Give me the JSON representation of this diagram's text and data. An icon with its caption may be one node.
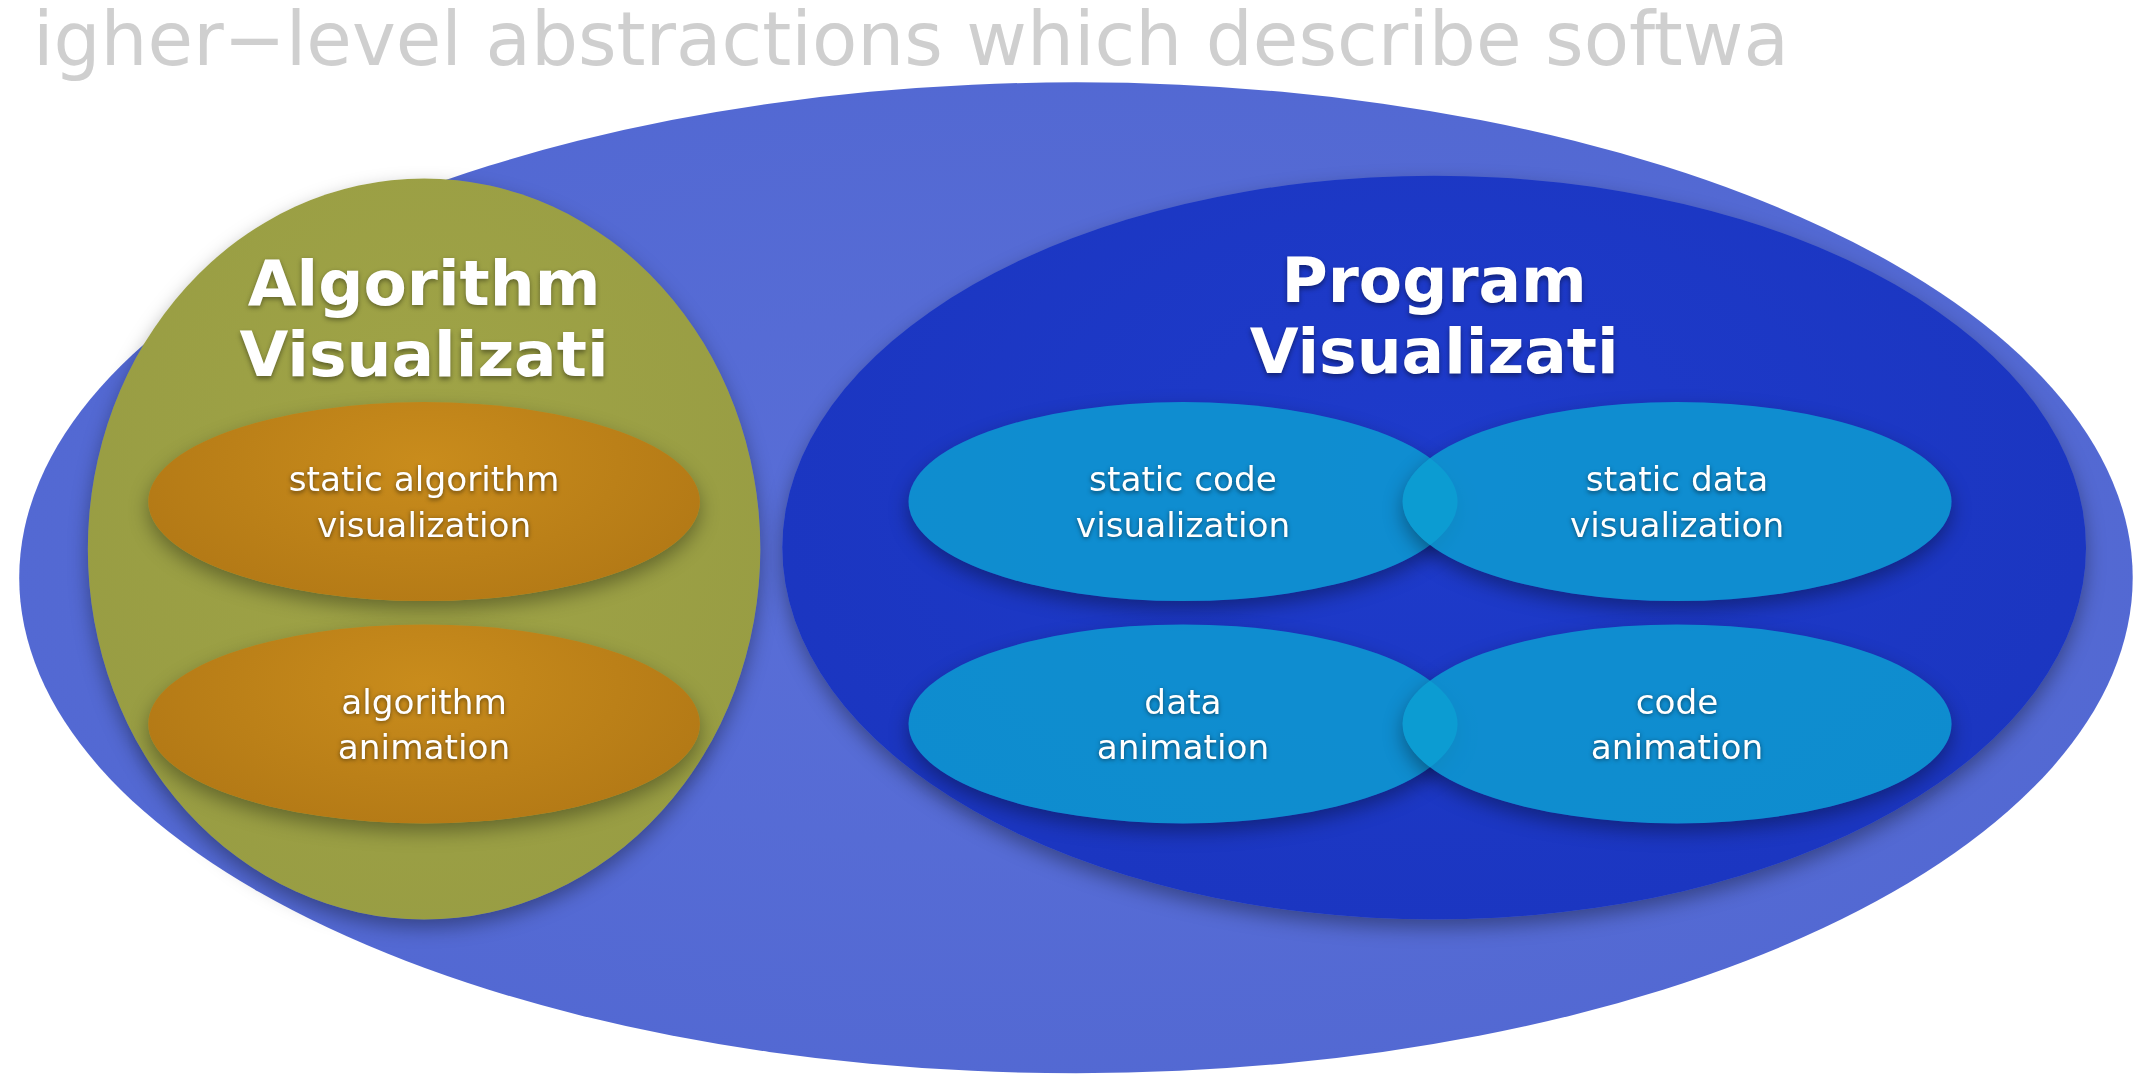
{
  "diagram": {
    "nodes": [
      {
        "text": [
          "igher−level abstractions which describe softwa"
        ]
      },
      {
        "text": [
          "Algorithm Visualizati"
        ],
        "in": 0
      },
      {
        "text": [
          "static algorithm visualization"
        ],
        "in": 1
      },
      {
        "text": [
          "algorithm animation"
        ],
        "in": 1
      },
      {
        "text": [
          "Program Visualizati"
        ],
        "in": 0
      },
      {
        "text": [
          "static code visualization"
        ],
        "in": 4
      },
      {
        "text": [
          "static data visualization"
        ],
        "in": 4
      },
      {
        "text": [
          "data animation"
        ],
        "in": 4
      },
      {
        "text": [
          "code animation"
        ],
        "in": 4
      }
    ],
    "edges": []
  }
}
